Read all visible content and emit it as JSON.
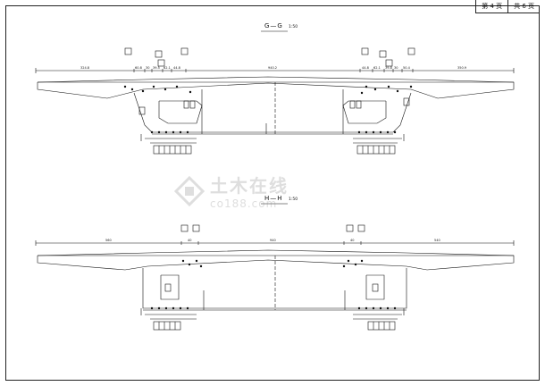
{
  "page_box": {
    "current": "第 4 页",
    "total": "共 6 页"
  },
  "sections": [
    {
      "id": "G-G",
      "title": "G—G",
      "scale": "1:50",
      "top_dims": [
        "324.8",
        "60.8",
        "30",
        "39.5",
        "62.1",
        "44.8",
        "940.2",
        "44.8",
        "62.1",
        "39.8",
        "30",
        "50.4",
        "350.9"
      ]
    },
    {
      "id": "H-H",
      "title": "H—H",
      "scale": "1:50",
      "top_dims": [
        "560",
        "40",
        "940",
        "40",
        "540"
      ]
    }
  ],
  "watermark": {
    "cn": "土木在线",
    "en": "co188.com"
  },
  "colors": {
    "line": "#111111",
    "watermark": "#8a8a8a"
  }
}
